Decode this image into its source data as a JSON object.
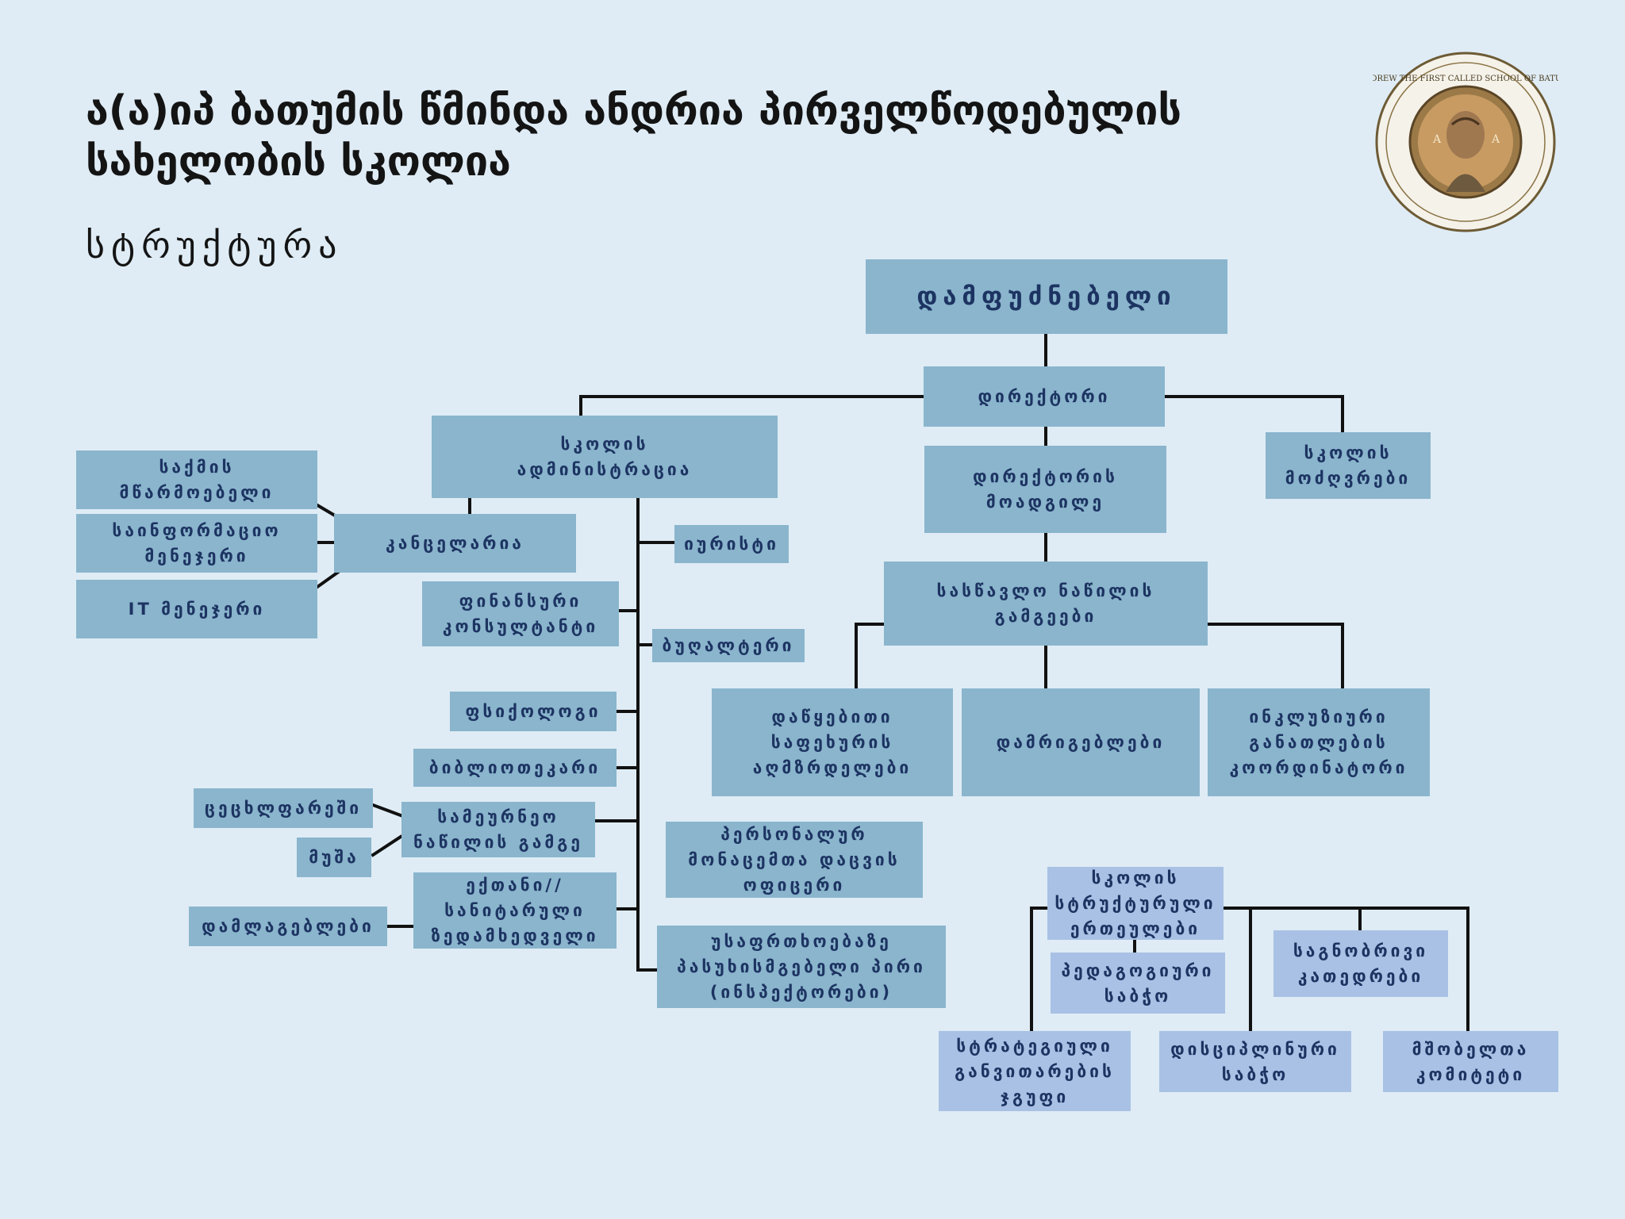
{
  "colors": {
    "background": "#dfecf5",
    "box_fill": "#8ab5cd",
    "box_fill_light": "#a8c1e4",
    "text": "#1d3462",
    "line": "#111111"
  },
  "header": {
    "title": "ა(ა)იპ ბათუმის წმინდა ანდრია პირველწოდებულის სახელობის სკოლია",
    "subtitle": "სტრუქტურა"
  },
  "logo": {
    "seal_text": "ANDREW THE FIRST CALLED SCHOOL OF BATUMI"
  },
  "nodes": {
    "founder": "დამფუძნებელი",
    "director": "დირექტორი",
    "school_admin": "სკოლის\nადმინისტრაცია",
    "school_leaders": "სკოლის\nმოძღვრები",
    "deputy_director": "დირექტორის\nმოადგილე",
    "study_heads": "სასწავლო ნაწილის\nგამგეები",
    "case_manager": "საქმის\nმწარმოებელი",
    "info_manager": "საინფორმაციო\nმენეჯერი",
    "it_manager": "IT მენეჯერი",
    "chancellery": "კანცელარია",
    "lawyer": "იურისტი",
    "financial_consultant": "ფინანსური\nკონსულტანტი",
    "accounting": "ბუღალტერი",
    "psychologist": "ფსიქოლოგი",
    "librarian": "ბიბლიოთეკარი",
    "fire_safety": "ცეცხლფარეში",
    "worker": "მუშა",
    "household_head": "სამეურნეო\nნაწილის გამგე",
    "nurse_supervisor": "ექთანი//\nსანიტარული\nზედამხედველი",
    "cleaners": "დამლაგებლები",
    "data_protection_officer": "პერსონალურ\nმონაცემთა დაცვის\nოფიცერი",
    "safety_responsible": "უსაფრთხოებაზე\nპასუხისმგებელი პირი\n(ინსპექტორები)",
    "primary_tutors": "დაწყებითი\nსაფეხურის\nაღმზრდელები",
    "teachers": "დამრიგებლები",
    "inclusive_coordinator": "ინკლუზიური\nგანათლების\nკოორდინატორი",
    "structural_units": "სკოლის\nსტრუქტურული\nერთეულები",
    "pedagogical_council": "პედაგოგიური\nსაბჭო",
    "subject_departments": "საგნობრივი\nკათედრები",
    "strategic_group": "სტრატეგიული\nგანვითარების\nჯგუფი",
    "disciplinary_council": "დისციპლინური\nსაბჭო",
    "parents_committee": "მშობელთა\nკომიტეტი"
  }
}
